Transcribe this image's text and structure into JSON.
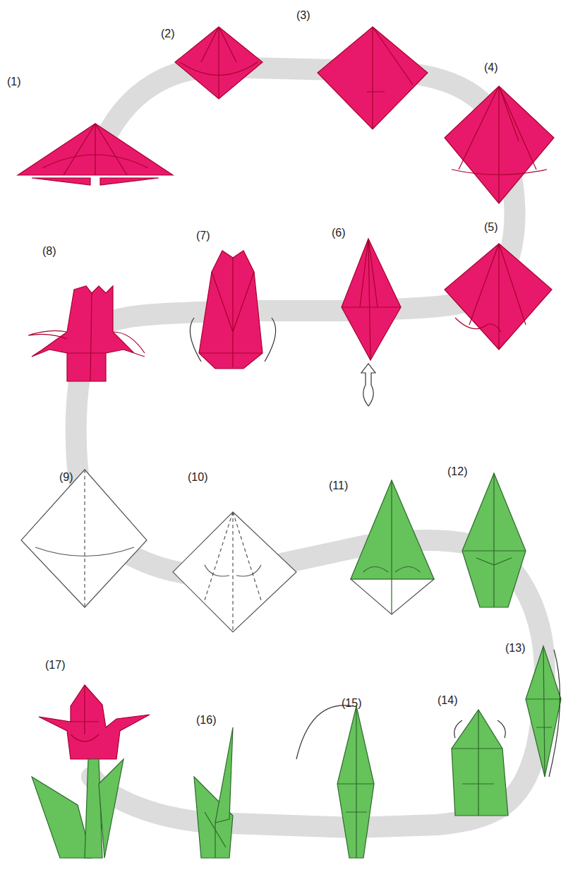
{
  "diagram": {
    "labels": [
      "(1)",
      "(2)",
      "(3)",
      "(4)",
      "(5)",
      "(6)",
      "(7)",
      "(8)",
      "(9)",
      "(10)",
      "(11)",
      "(12)",
      "(13)",
      "(14)",
      "(15)",
      "(16)",
      "(17)"
    ]
  }
}
